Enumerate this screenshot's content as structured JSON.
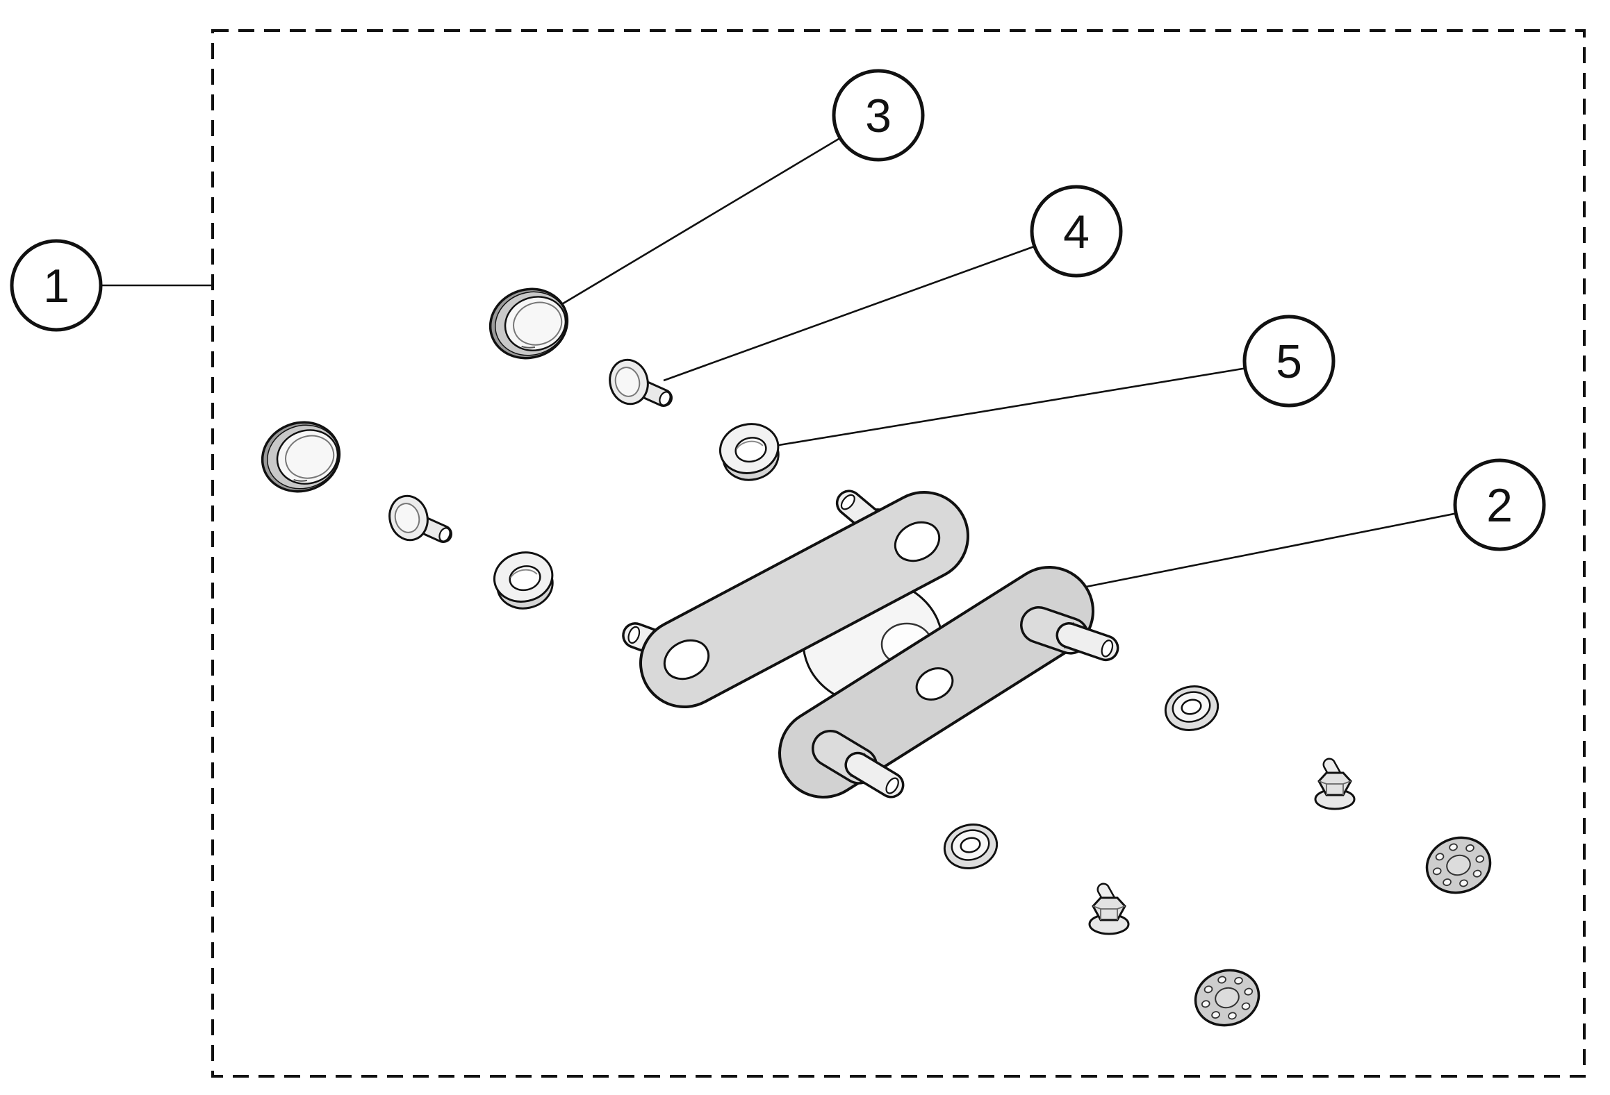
{
  "diagram": {
    "type": "exploded-parts-diagram",
    "callouts": [
      {
        "label": "1"
      },
      {
        "label": "2"
      },
      {
        "label": "3"
      },
      {
        "label": "4"
      },
      {
        "label": "5"
      }
    ],
    "colors": {
      "line": "#111111",
      "background": "#ffffff",
      "metal_light": "#d9d9d9",
      "metal_dark": "#9a9a9a"
    }
  }
}
